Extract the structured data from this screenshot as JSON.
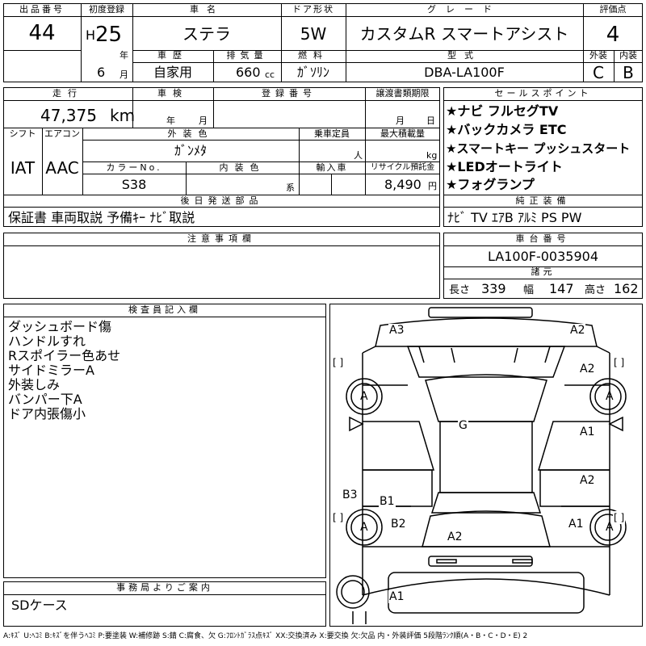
{
  "header": {
    "lot_label": "出品番号",
    "lot": "44",
    "first_reg_label": "初度登録",
    "era": "H",
    "year": "25",
    "year_unit": "年",
    "month": "6",
    "month_unit": "月",
    "car_name_label": "車名",
    "car_name": "ステラ",
    "history_label": "車歴",
    "history": "自家用",
    "displacement_label": "排気量",
    "displacement": "660",
    "displacement_unit": "cc",
    "door_label": "ドア形状",
    "door": "5W",
    "fuel_label": "燃料",
    "fuel": "ｶﾞｿﾘﾝ",
    "grade_label": "グレード",
    "grade": "カスタムR スマートアシスト",
    "model_label": "型式",
    "model": "DBA-LA100F",
    "score_label": "評価点",
    "score": "4",
    "exterior_label": "外装",
    "exterior": "C",
    "interior_label": "内装",
    "interior": "B"
  },
  "row2": {
    "mileage_label": "走行",
    "mileage": "47,375",
    "mileage_unit": "km",
    "inspection_label": "車検",
    "insp_year_unit": "年",
    "insp_month_unit": "月",
    "reg_no_label": "登録番号",
    "transfer_label": "譲渡書類期限",
    "transfer_month_unit": "月",
    "transfer_day_unit": "日",
    "shift_label": "シフト",
    "shift": "IAT",
    "ac_label": "エアコン",
    "ac": "AAC",
    "ext_color_label": "外装色",
    "ext_color": "ｶﾞﾝﾒﾀ",
    "capacity_label": "乗車定員",
    "capacity_unit": "人",
    "max_load_label": "最大積載量",
    "max_load_unit": "kg",
    "color_no_label": "カラーNo.",
    "color_no": "S38",
    "int_color_label": "内装色",
    "int_color_unit": "系",
    "import_label": "輸入車",
    "recycle_label": "リサイクル預託金",
    "recycle": "8,490",
    "recycle_unit": "円"
  },
  "later_parts": {
    "label": "後日発送部品",
    "value": "保証書 車両取説 予備ｷｰ ﾅﾋﾞ取説"
  },
  "sales_points": {
    "label": "セールスポイント",
    "items": [
      "★ナビ フルセグTV",
      "★バックカメラ ETC",
      "★スマートキー プッシュスタート",
      "★LEDオートライト",
      "★フォグランプ"
    ]
  },
  "genuine": {
    "label": "純正装備",
    "value": "ﾅﾋﾞ TV ｴｱB ｱﾙﾐ PS PW"
  },
  "notes": {
    "label": "注意事項欄"
  },
  "chassis": {
    "label": "車台番号",
    "value": "LA100F-0035904"
  },
  "specs": {
    "label": "諸元",
    "length_label": "長さ",
    "length": "339",
    "width_label": "幅",
    "width": "147",
    "height_label": "高さ",
    "height": "162"
  },
  "inspector": {
    "label": "検査員記入欄",
    "items": [
      "ダッシュボード傷",
      "ハンドルすれ",
      "Rスポイラー色あせ",
      "サイドミラーA",
      "外装しみ",
      "バンパー下A",
      "ドア内張傷小"
    ]
  },
  "office": {
    "label": "事務局よりご案内",
    "value": "SDケース"
  },
  "diagram": {
    "marks": [
      "A3",
      "A2",
      "A2",
      "A",
      "A",
      "G",
      "A1",
      "A2",
      "B3",
      "B1",
      "A",
      "B2",
      "A2",
      "A",
      "A1",
      "A1"
    ],
    "bracket": "[  ]"
  },
  "legend": "A:ｷｽﾞ U:ﾍｺﾐ B:ｷｽﾞを伴うﾍｺﾐ P:要塗装 W:補修跡 S:錆 C:腐食、欠 G:ﾌﾛﾝﾄｶﾞﾗｽ点ｷｽﾞ XX:交換済み X:要交換 欠:欠品 内・外装評価 5段階ﾗﾝｸ順(A・B・C・D・E) 2"
}
